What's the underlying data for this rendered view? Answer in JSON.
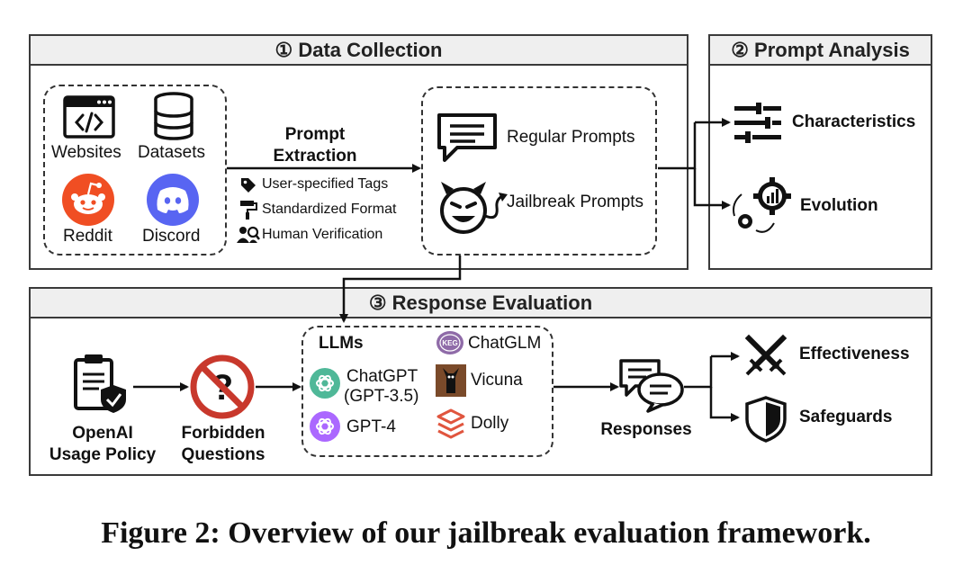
{
  "panels": {
    "data_collection": "① Data Collection",
    "prompt_analysis": "② Prompt Analysis",
    "response_evaluation": "③ Response Evaluation"
  },
  "sources": [
    "Websites",
    "Datasets",
    "Reddit",
    "Discord"
  ],
  "extraction": {
    "title_line1": "Prompt",
    "title_line2": "Extraction",
    "steps": [
      "User-specified Tags",
      "Standardized Format",
      "Human Verification"
    ]
  },
  "prompts": [
    "Regular Prompts",
    "Jailbreak Prompts"
  ],
  "analysis": [
    "Characteristics",
    "Evolution"
  ],
  "policy": {
    "line1": "OpenAI",
    "line2": "Usage Policy"
  },
  "forbidden": {
    "line1": "Forbidden",
    "line2": "Questions"
  },
  "llms": {
    "title": "LLMs",
    "chatgpt_line1": "ChatGPT",
    "chatgpt_line2": "(GPT-3.5)",
    "gpt4": "GPT-4",
    "chatglm": "ChatGLM",
    "chatglm_logo_text": "KEG",
    "vicuna": "Vicuna",
    "dolly": "Dolly"
  },
  "responses": "Responses",
  "outcomes": [
    "Effectiveness",
    "Safeguards"
  ],
  "caption": "Figure 2: Overview of our jailbreak evaluation framework.",
  "colors": {
    "reddit": "#f04e23",
    "discord": "#5865f2",
    "openai_green": "#4fb898",
    "openai_purple": "#ab68ff",
    "forbidden_red": "#c8382c",
    "vicuna_brown": "#7a4a2a",
    "dolly_red": "#e0553e"
  }
}
